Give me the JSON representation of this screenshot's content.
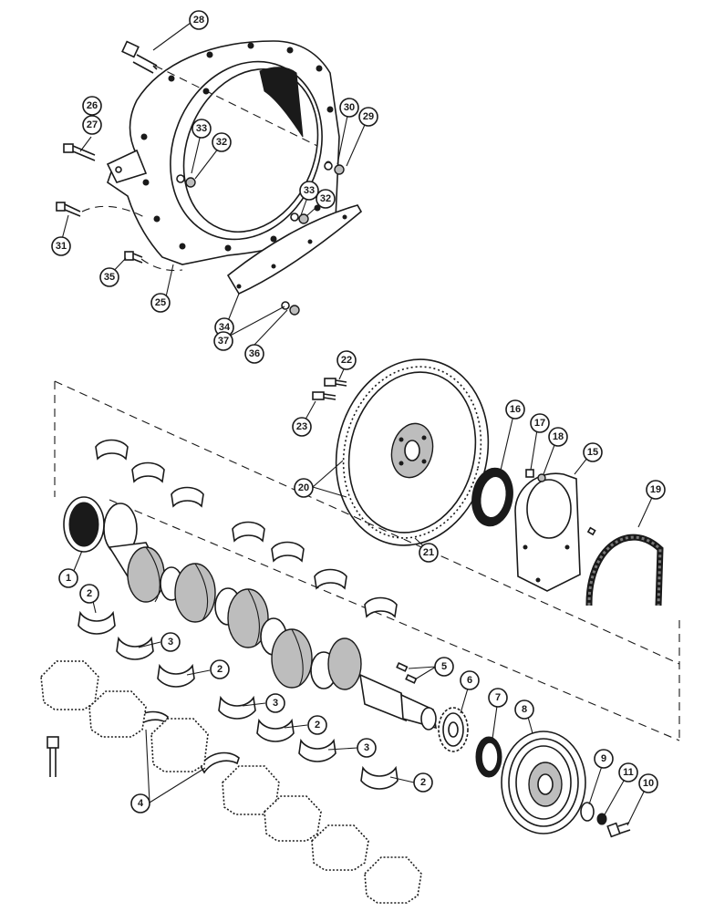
{
  "diagram": {
    "callouts": [
      {
        "id": "c28",
        "label": "28"
      },
      {
        "id": "c26",
        "label": "26"
      },
      {
        "id": "c27",
        "label": "27"
      },
      {
        "id": "c33a",
        "label": "33"
      },
      {
        "id": "c32a",
        "label": "32"
      },
      {
        "id": "c30",
        "label": "30"
      },
      {
        "id": "c29",
        "label": "29"
      },
      {
        "id": "c33b",
        "label": "33"
      },
      {
        "id": "c32b",
        "label": "32"
      },
      {
        "id": "c31",
        "label": "31"
      },
      {
        "id": "c35",
        "label": "35"
      },
      {
        "id": "c25",
        "label": "25"
      },
      {
        "id": "c34",
        "label": "34"
      },
      {
        "id": "c37",
        "label": "37"
      },
      {
        "id": "c36",
        "label": "36"
      },
      {
        "id": "c22",
        "label": "22"
      },
      {
        "id": "c23",
        "label": "23"
      },
      {
        "id": "c16",
        "label": "16"
      },
      {
        "id": "c17",
        "label": "17"
      },
      {
        "id": "c18",
        "label": "18"
      },
      {
        "id": "c15",
        "label": "15"
      },
      {
        "id": "c20",
        "label": "20"
      },
      {
        "id": "c19",
        "label": "19"
      },
      {
        "id": "c21",
        "label": "21"
      },
      {
        "id": "c1",
        "label": "1"
      },
      {
        "id": "c2a",
        "label": "2"
      },
      {
        "id": "c3a",
        "label": "3"
      },
      {
        "id": "c2b",
        "label": "2"
      },
      {
        "id": "c5",
        "label": "5"
      },
      {
        "id": "c6",
        "label": "6"
      },
      {
        "id": "c7",
        "label": "7"
      },
      {
        "id": "c8",
        "label": "8"
      },
      {
        "id": "c3b",
        "label": "3"
      },
      {
        "id": "c2c",
        "label": "2"
      },
      {
        "id": "c3c",
        "label": "3"
      },
      {
        "id": "c4",
        "label": "4"
      },
      {
        "id": "c2d",
        "label": "2"
      },
      {
        "id": "c9",
        "label": "9"
      },
      {
        "id": "c11",
        "label": "11"
      },
      {
        "id": "c10",
        "label": "10"
      }
    ]
  }
}
